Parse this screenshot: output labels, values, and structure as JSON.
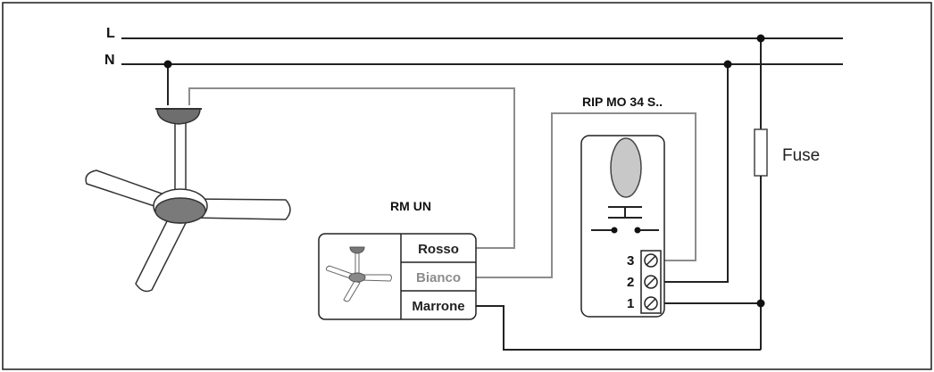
{
  "lines": {
    "live": "L",
    "neutral": "N"
  },
  "controller": {
    "title": "RM UN",
    "terminals": [
      "Rosso",
      "Bianco",
      "Marrone"
    ]
  },
  "module": {
    "title": "RIP MO 34 S..",
    "terminals": [
      "3",
      "2",
      "1"
    ]
  },
  "fuse": {
    "label": "Fuse"
  },
  "colors": {
    "frame": "#1a1a1a",
    "wire_dark": "#222222",
    "wire_grey": "#8c8c8c",
    "bianco_text": "#8c8c8c",
    "fan_hub": "#7a7a7a",
    "fan_cap": "#6e6e6e"
  }
}
